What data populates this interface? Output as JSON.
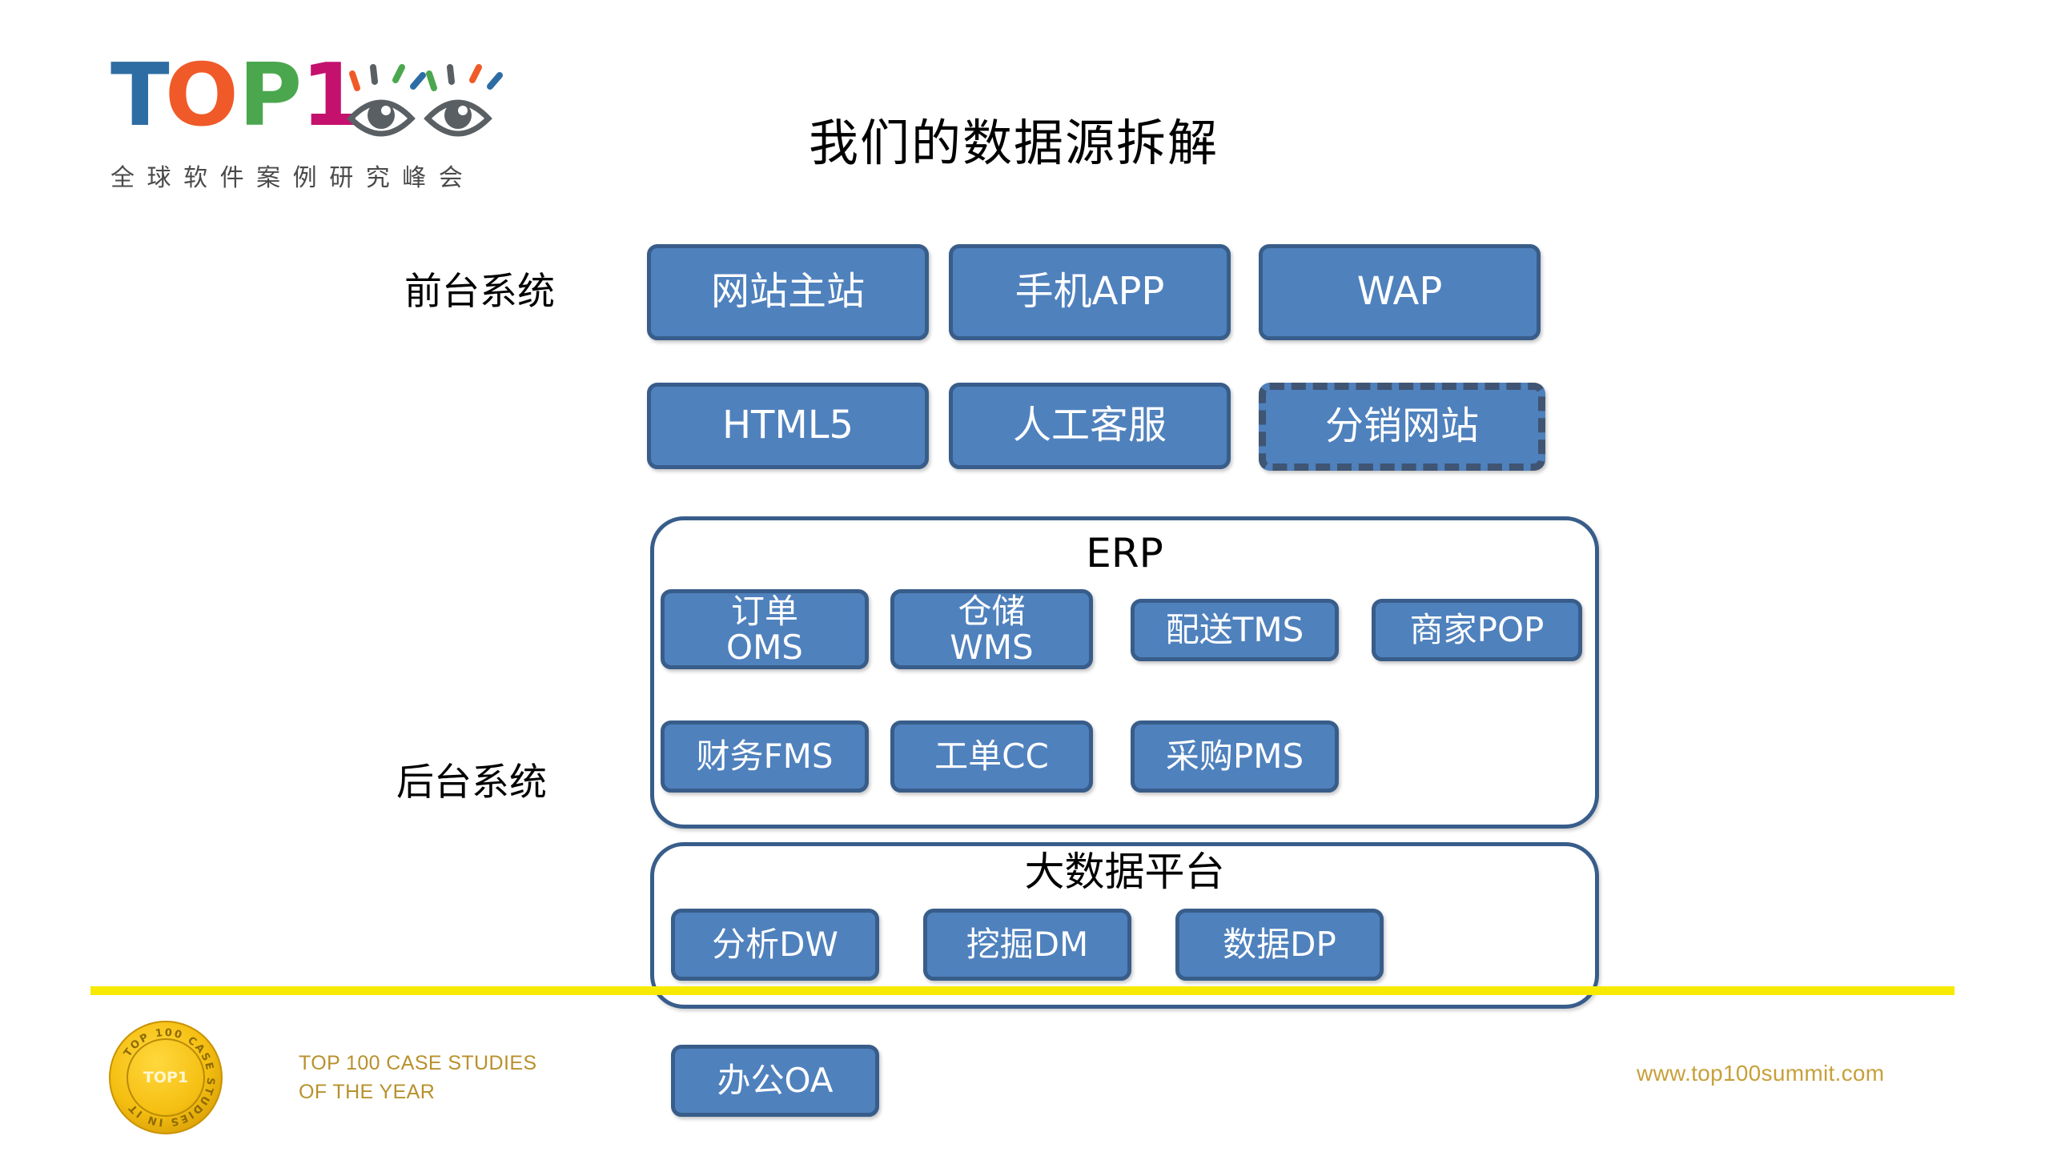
{
  "slide": {
    "title": "我们的数据源拆解",
    "background": "#ffffff"
  },
  "logo": {
    "wordmark": "TOP1",
    "letters": [
      {
        "char": "T",
        "color": "#2e6da4"
      },
      {
        "char": "O",
        "color": "#f05a28"
      },
      {
        "char": "P",
        "color": "#4aa74e"
      },
      {
        "char": "1",
        "color": "#c5116e"
      }
    ],
    "tagline": "全 球 软 件 案 例 研 究 峰 会",
    "eyes_icon": "eyes-icon"
  },
  "labels": {
    "frontend": "前台系统",
    "backend": "后台系统"
  },
  "frontend": {
    "row1": [
      {
        "label": "网站主站",
        "style": "solid"
      },
      {
        "label": "手机APP",
        "style": "solid"
      },
      {
        "label": "WAP",
        "style": "solid"
      }
    ],
    "row2": [
      {
        "label": "HTML5",
        "style": "solid"
      },
      {
        "label": "人工客服",
        "style": "solid"
      },
      {
        "label": "分销网站",
        "style": "dashed"
      }
    ]
  },
  "erp": {
    "title": "ERP",
    "row1": [
      {
        "label": "订单\nOMS",
        "lines": 2
      },
      {
        "label": "仓储\nWMS",
        "lines": 2
      },
      {
        "label": "配送TMS",
        "lines": 1
      },
      {
        "label": "商家POP",
        "lines": 1
      }
    ],
    "row2": [
      {
        "label": "财务FMS",
        "lines": 1
      },
      {
        "label": "工单CC",
        "lines": 1
      },
      {
        "label": "采购PMS",
        "lines": 1
      }
    ]
  },
  "bigdata": {
    "title": "大数据平台",
    "items": [
      {
        "label": "分析DW"
      },
      {
        "label": "挖掘DM"
      },
      {
        "label": "数据DP"
      }
    ]
  },
  "standalone": {
    "oa": {
      "label": "办公OA"
    }
  },
  "footer": {
    "badge_rim_text": "TOP 100 CASE STUDIES IN IT",
    "badge_center_text": "TOP1",
    "caption": "TOP 100 CASE STUDIES\nOF THE YEAR",
    "website": "www.top100summit.com",
    "rule_color": "#f7ea00",
    "gold_color": "#c8a03a"
  },
  "colors": {
    "box_fill": "#4f81bd",
    "box_border": "#385d8a",
    "dashed_border": "#3f5573",
    "container_border": "#385d8a",
    "text_on_box": "#ffffff"
  }
}
